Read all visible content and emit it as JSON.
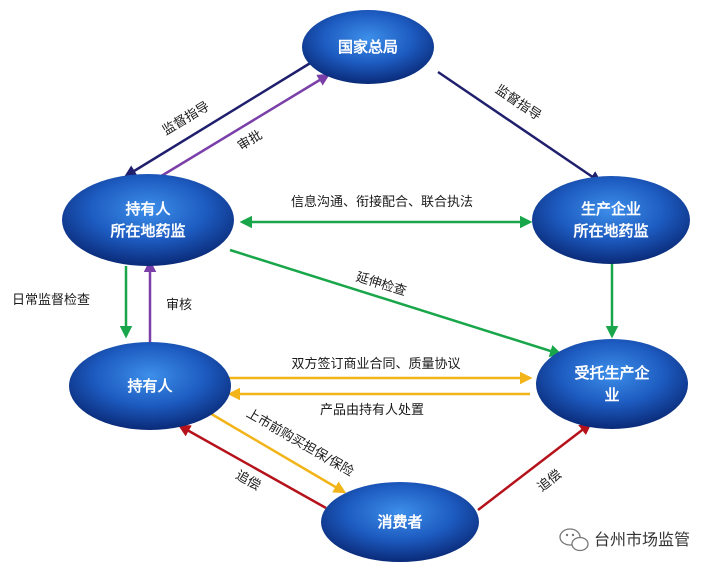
{
  "nodes": {
    "national_bureau": "国家总局",
    "holder_regulator": [
      "持有人",
      "所在地药监"
    ],
    "producer_regulator": [
      "生产企业",
      "所在地药监"
    ],
    "holder": "持有人",
    "contracted_producer": [
      "受托生产企",
      "业"
    ],
    "consumer": "消费者"
  },
  "edges": {
    "supervise_left": "监督指导",
    "supervise_right": "监督指导",
    "approve": "审批",
    "info_coordination": "信息沟通、衔接配合、联合执法",
    "daily_inspection": "日常监督检查",
    "review": "审核",
    "extended_inspection": "延伸检查",
    "contract": "双方签订商业合同、质量协议",
    "product_disposal": "产品由持有人处置",
    "insurance": "上市前购买担保/保险",
    "recourse_left": "追偿",
    "recourse_right": "追偿"
  },
  "watermark": "台州市场监管",
  "colors": {
    "navy": "#1f1f6e",
    "purple": "#7a3fa8",
    "green": "#19a64a",
    "gold": "#f2b418",
    "red": "#b5121b",
    "node_dark": "#0a2a78",
    "node_light": "#2f7fe0"
  }
}
